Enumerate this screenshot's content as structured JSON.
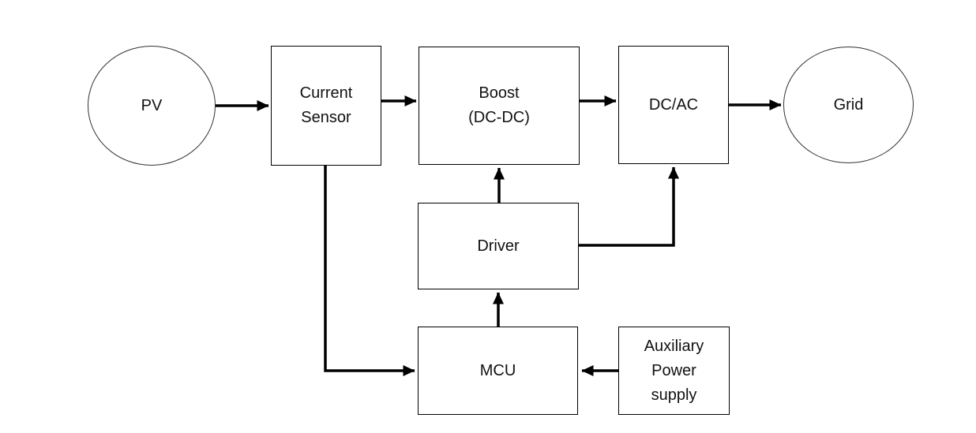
{
  "diagram": {
    "type": "block-diagram",
    "nodes": {
      "pv": {
        "label": "PV",
        "shape": "circle"
      },
      "current_sensor": {
        "label": "Current\nSensor",
        "shape": "rect"
      },
      "boost": {
        "label": "Boost\n(DC-DC)",
        "shape": "rect"
      },
      "dc_ac": {
        "label": "DC/AC",
        "shape": "rect"
      },
      "grid": {
        "label": "Grid",
        "shape": "circle"
      },
      "driver": {
        "label": "Driver",
        "shape": "rect"
      },
      "mcu": {
        "label": "MCU",
        "shape": "rect"
      },
      "aux_power": {
        "label": "Auxiliary\nPower\nsupply",
        "shape": "rect"
      }
    },
    "connections": [
      {
        "from": "pv",
        "to": "current_sensor",
        "style": "straight-right"
      },
      {
        "from": "current_sensor",
        "to": "boost",
        "style": "straight-right"
      },
      {
        "from": "boost",
        "to": "dc_ac",
        "style": "straight-right"
      },
      {
        "from": "dc_ac",
        "to": "grid",
        "style": "straight-right"
      },
      {
        "from": "driver",
        "to": "boost",
        "style": "straight-up"
      },
      {
        "from": "driver",
        "to": "dc_ac",
        "style": "elbow-right-up"
      },
      {
        "from": "mcu",
        "to": "driver",
        "style": "straight-up"
      },
      {
        "from": "current_sensor",
        "to": "mcu",
        "style": "elbow-down-right"
      },
      {
        "from": "aux_power",
        "to": "mcu",
        "style": "straight-left"
      }
    ],
    "colors": {
      "line": "#000000",
      "box_border": "#000000",
      "text": "#111111",
      "background": "#ffffff"
    }
  }
}
